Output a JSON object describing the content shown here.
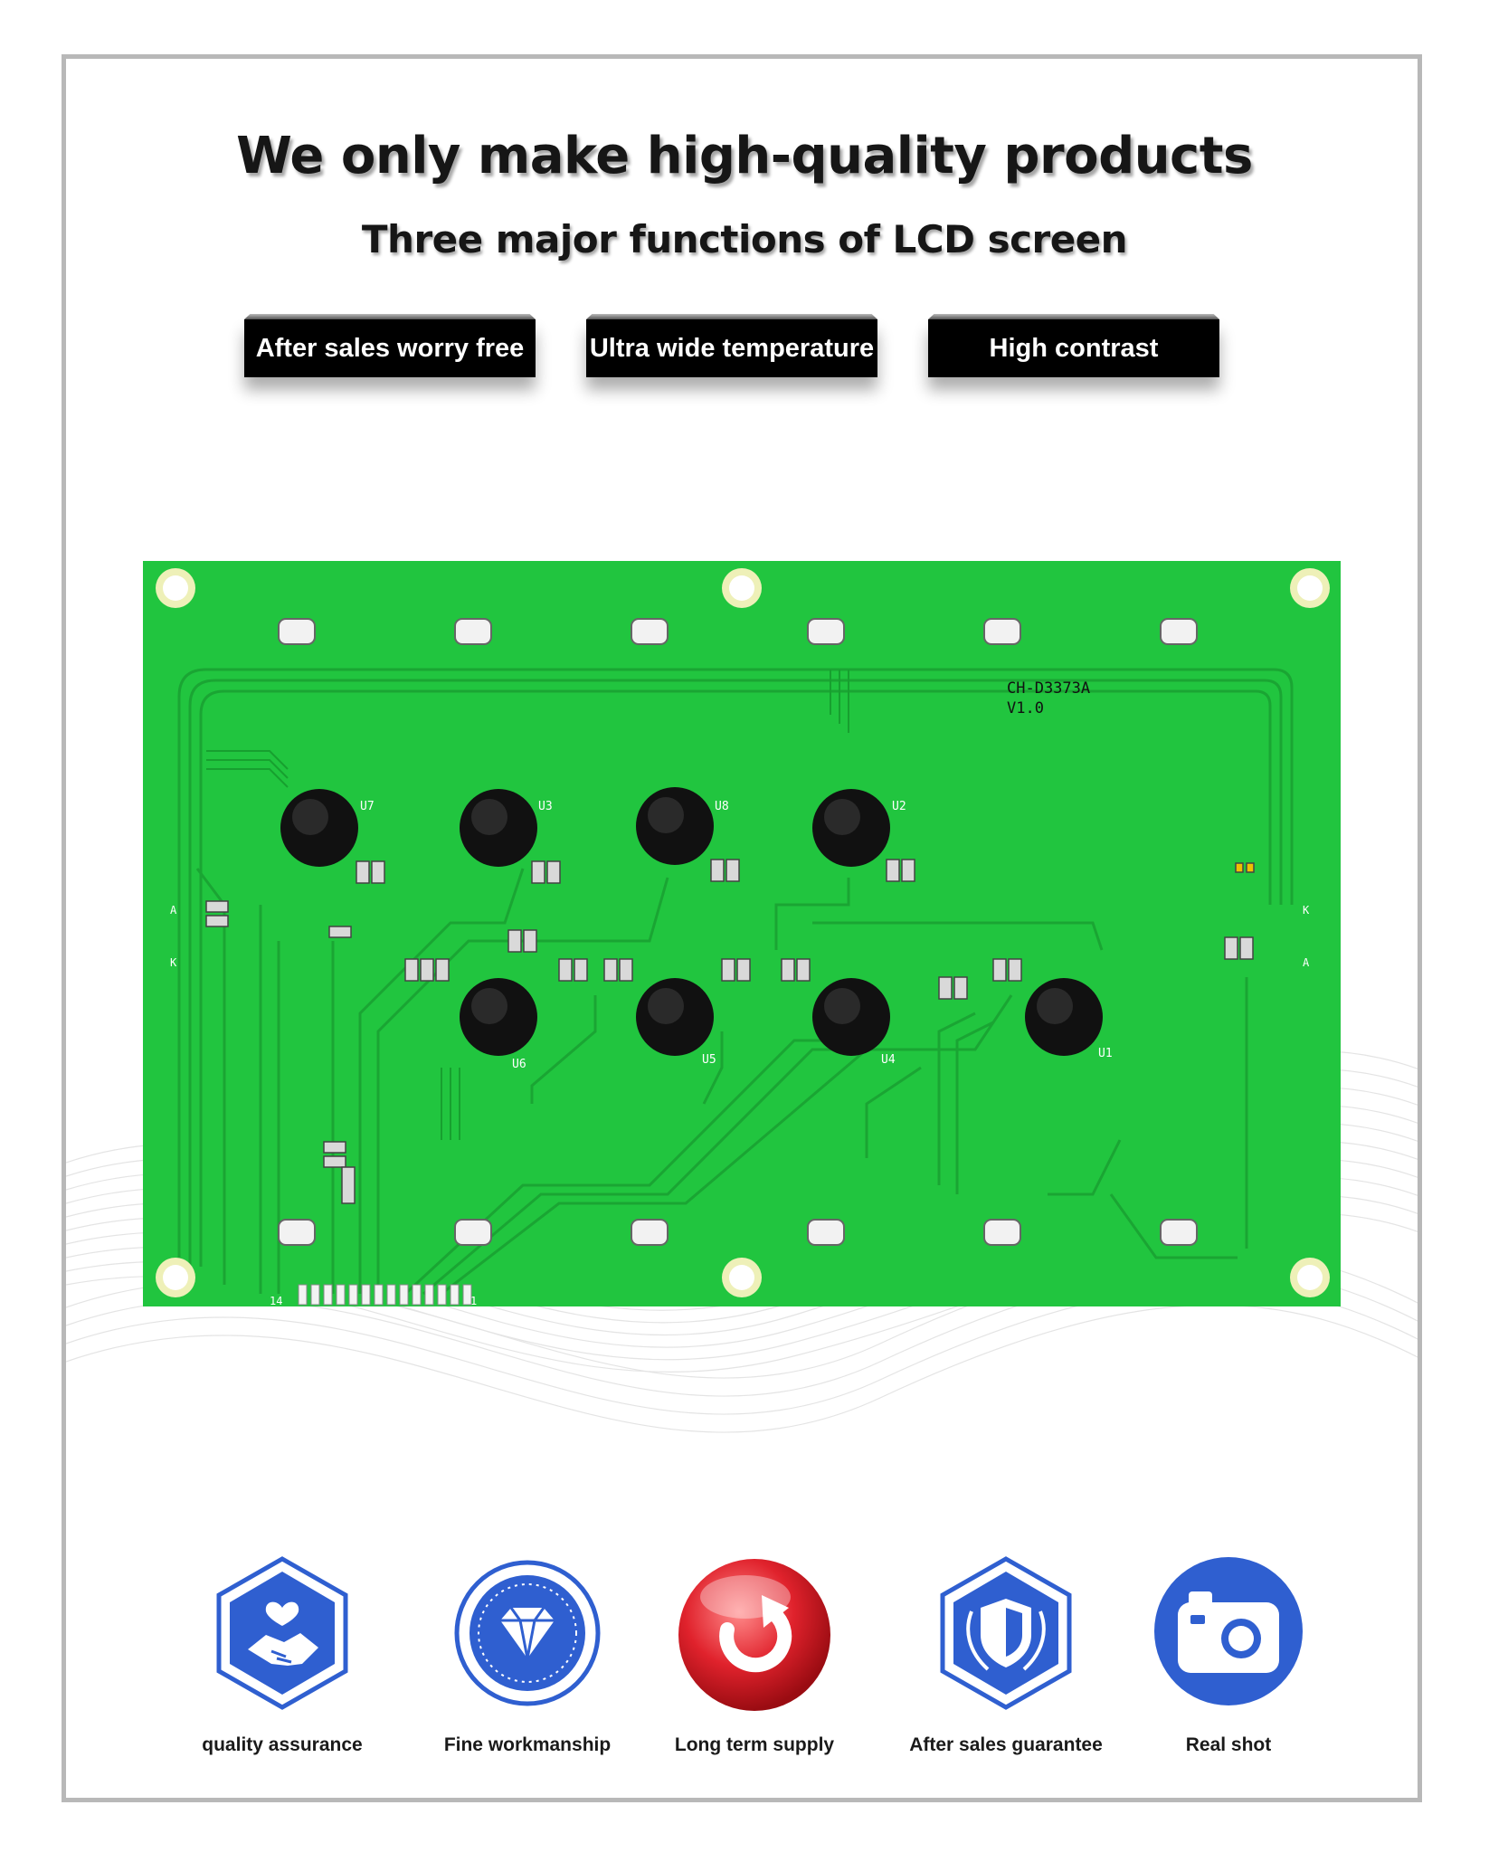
{
  "headline": "We only make high-quality products",
  "subheadline": "Three major functions of LCD screen",
  "tags": [
    "After sales worry free",
    "Ultra wide temperature",
    "High contrast"
  ],
  "board": {
    "model": "CH-D3373A",
    "version": "V1.0",
    "chips": [
      "U7",
      "U3",
      "U8",
      "U2",
      "U6",
      "U5",
      "U4",
      "U1"
    ],
    "pin_first": "14",
    "pin_last": "1",
    "pad_a": "A",
    "pad_k": "K",
    "color": "#1fc63d"
  },
  "features": [
    {
      "label": "quality assurance",
      "icon": "handshake-heart-icon"
    },
    {
      "label": "Fine workmanship",
      "icon": "diamond-icon"
    },
    {
      "label": "Long term supply",
      "icon": "refresh-arrow-icon"
    },
    {
      "label": "After sales guarantee",
      "icon": "shield-laurel-icon"
    },
    {
      "label": "Real shot",
      "icon": "camera-icon"
    }
  ],
  "colors": {
    "accent_blue": "#2f5fd0",
    "accent_red": "#e0222c",
    "tag_bg": "#000000"
  }
}
